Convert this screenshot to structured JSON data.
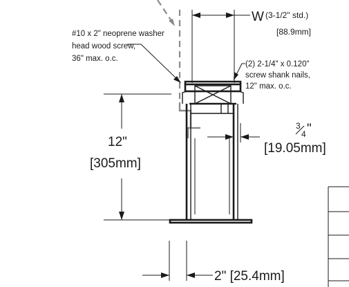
{
  "labels": {
    "width_symbol": "W",
    "width_std": "(3-1/2\" std.)",
    "width_metric": "[88.9mm]",
    "washer_line1": "#10 x 2\" neoprene washer",
    "washer_line2": "head wood screw,",
    "washer_line3": "36\" max. o.c.",
    "nails_line1": "(2) 2-1/4\" x 0.120\"",
    "nails_line2": "screw shank nails,",
    "nails_line3": "12\" max. o.c.",
    "height_imperial": "12\"",
    "height_metric": "[305mm]",
    "gap_numerator": "3",
    "gap_denominator": "4",
    "gap_inch_mark": "\"",
    "gap_metric": "[19.05mm]",
    "base_dim": "2\" [25.4mm]"
  }
}
